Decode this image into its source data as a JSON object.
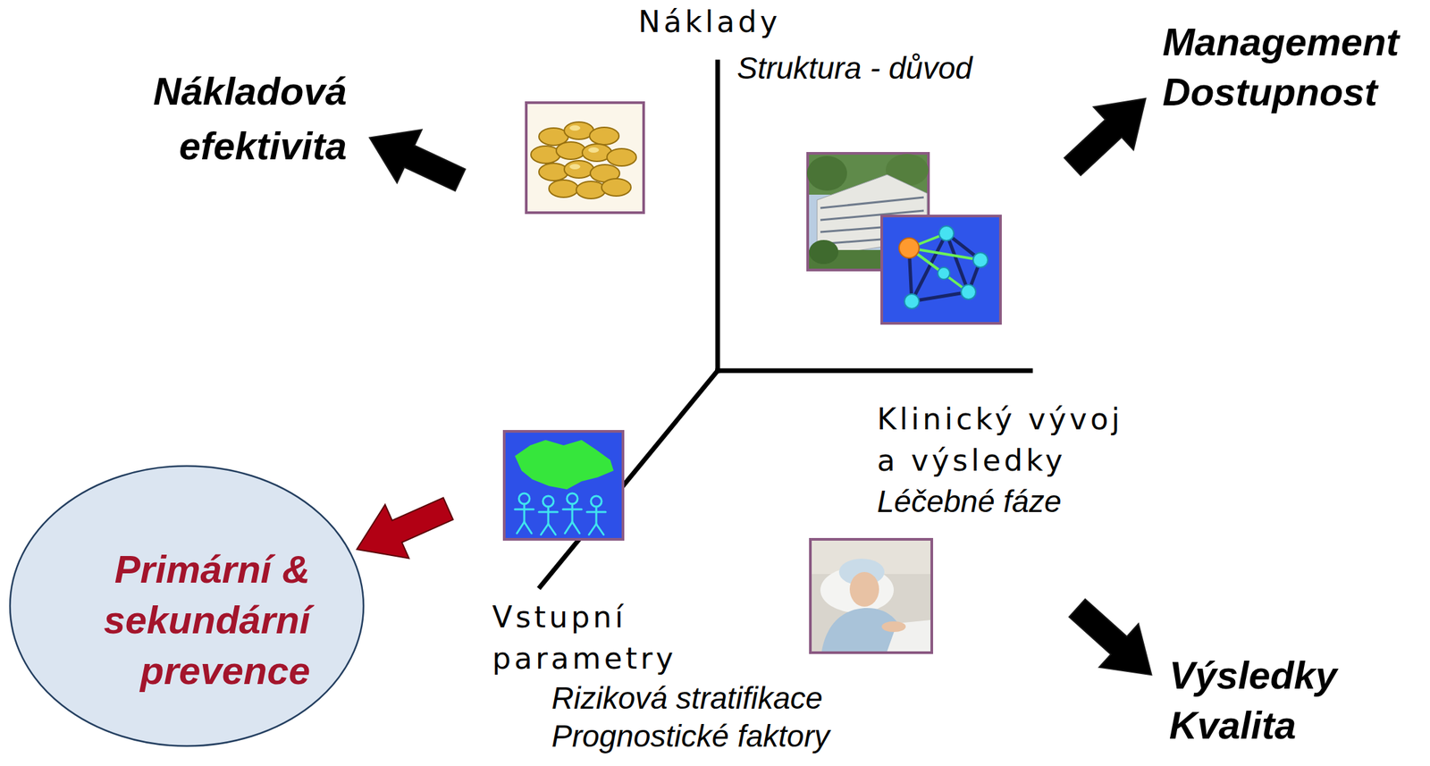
{
  "diagram": {
    "nodes": [
      {
        "text": [
          "Primární & sekundární prevence"
        ]
      }
    ],
    "labels": [
      "Náklady",
      "Struktura - důvod",
      "Nákladová efektivita",
      "Management Dostupnost",
      "Klinický vývoj a výsledky",
      "Léčebné fáze",
      "Vstupní parametry",
      "Riziková stratifikace",
      "Prognostické faktory",
      "Výsledky Kvalita"
    ]
  }
}
